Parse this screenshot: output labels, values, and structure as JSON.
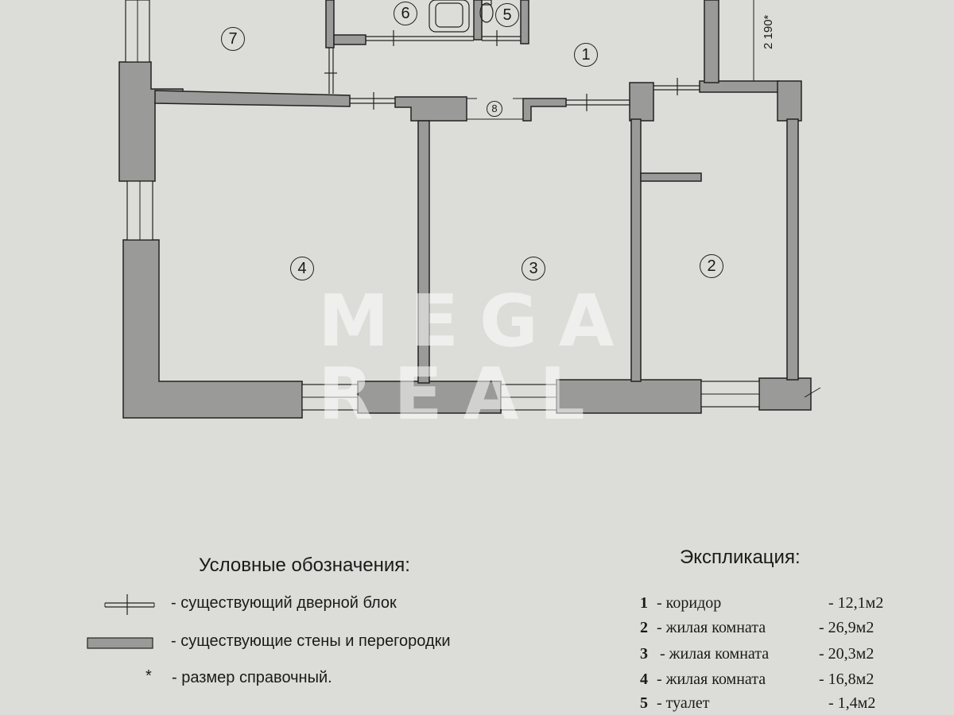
{
  "plan": {
    "rooms": [
      {
        "id": "1",
        "label": "1"
      },
      {
        "id": "2",
        "label": "2"
      },
      {
        "id": "3",
        "label": "3"
      },
      {
        "id": "4",
        "label": "4"
      },
      {
        "id": "5",
        "label": "5"
      },
      {
        "id": "6",
        "label": "6"
      },
      {
        "id": "7",
        "label": "7"
      },
      {
        "id": "8",
        "label": "8"
      }
    ],
    "dimension": "2 190*"
  },
  "watermark": {
    "line1": "MEGA",
    "line2": "REAL"
  },
  "legend": {
    "title": "Условные обозначения:",
    "items": [
      {
        "text": "- существующий дверной блок"
      },
      {
        "text": "- существующие стены и перегородки"
      },
      {
        "symbol": "*",
        "text": "- размер справочный."
      }
    ]
  },
  "explication": {
    "title": "Экспликация:",
    "rows": [
      {
        "num": "1",
        "name": "-  коридор",
        "area": "-  12,1м2"
      },
      {
        "num": "2",
        "name": "-  жилая комната",
        "area": "-  26,9м2"
      },
      {
        "num": "3",
        "name": "-  жилая комната",
        "area": "-  20,3м2"
      },
      {
        "num": "4",
        "name": "-  жилая комната",
        "area": "-  16,8м2"
      },
      {
        "num": "5",
        "name": "-  туалет",
        "area": "-    1,4м2"
      }
    ]
  },
  "colors": {
    "wall": "#9a9a98",
    "line": "#222222",
    "paper": "#dcdcd8"
  }
}
